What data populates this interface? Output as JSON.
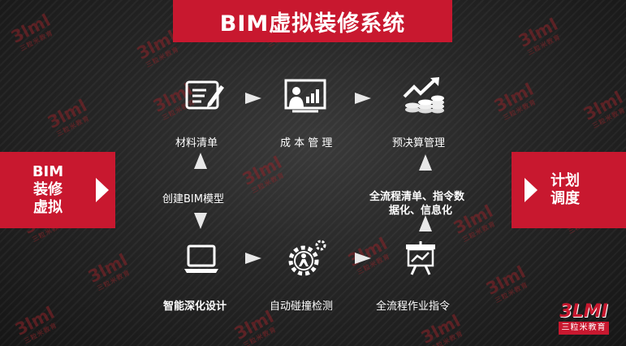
{
  "title": "BIM虚拟装修系统",
  "left_box": {
    "line1": "BIM",
    "line2": "装修",
    "line3": "虚拟"
  },
  "right_box": {
    "line1": "计划",
    "line2": "调度"
  },
  "nodes": {
    "material_list": "材料清单",
    "cost_management": "成 本 管 理",
    "budget_management": "预决算管理",
    "create_bim_model": "创建BIM模型",
    "full_process_line1": "全流程清单、指令数",
    "full_process_line2": "据化、信息化",
    "smart_design": "智能深化设计",
    "clash_detection": "自动碰撞检测",
    "work_instructions": "全流程作业指令"
  },
  "watermark": {
    "mark": "3lml",
    "sub": "三粒米教育"
  },
  "logo": {
    "mark": "3LMI",
    "sub": "三粒米教育"
  },
  "colors": {
    "accent": "#c8182f",
    "background": "#1e1e1e",
    "arrow": "#e8e8e8"
  },
  "icons": {
    "material_list": "checklist-pen-icon",
    "cost_management": "presenter-chart-icon",
    "budget_management": "growth-coins-icon",
    "smart_design": "laptop-icon",
    "clash_detection": "gear-person-icon",
    "work_instructions": "whiteboard-chart-icon"
  }
}
